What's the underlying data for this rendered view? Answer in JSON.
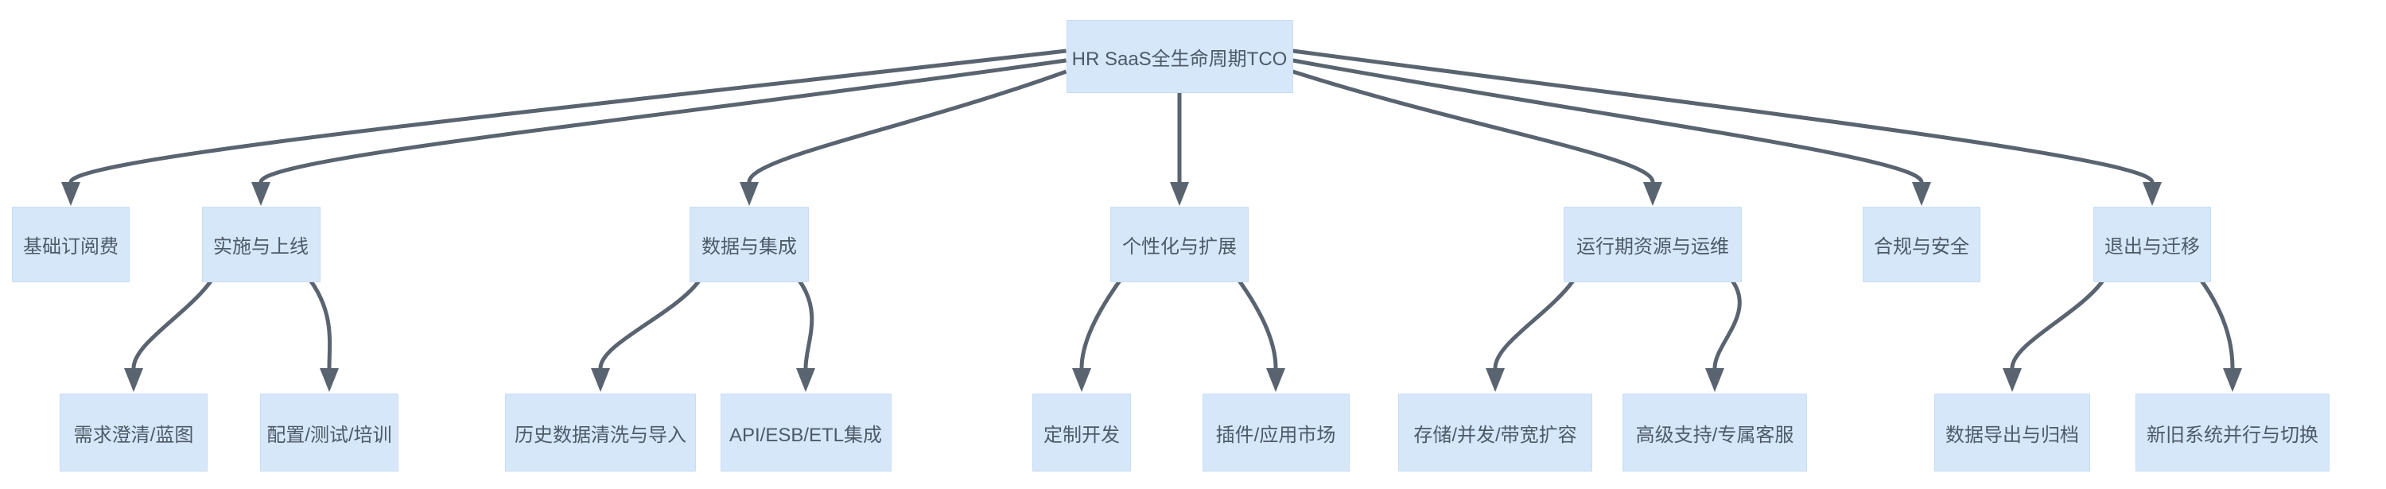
{
  "diagram": {
    "root": {
      "id": "root",
      "label": "HR SaaS全生命周期TCO"
    },
    "branches": [
      {
        "id": "subscription",
        "label": "基础订阅费",
        "children": []
      },
      {
        "id": "implementation",
        "label": "实施与上线",
        "children": [
          {
            "id": "requirements",
            "label": "需求澄清/蓝图"
          },
          {
            "id": "configuration",
            "label": "配置/测试/培训"
          }
        ]
      },
      {
        "id": "data-integration",
        "label": "数据与集成",
        "children": [
          {
            "id": "data-cleaning",
            "label": "历史数据清洗与导入"
          },
          {
            "id": "api-integration",
            "label": "API/ESB/ETL集成"
          }
        ]
      },
      {
        "id": "customization",
        "label": "个性化与扩展",
        "children": [
          {
            "id": "custom-dev",
            "label": "定制开发"
          },
          {
            "id": "plugin-market",
            "label": "插件/应用市场"
          }
        ]
      },
      {
        "id": "operations",
        "label": "运行期资源与运维",
        "children": [
          {
            "id": "scaling",
            "label": "存储/并发/带宽扩容"
          },
          {
            "id": "support",
            "label": "高级支持/专属客服"
          }
        ]
      },
      {
        "id": "compliance",
        "label": "合规与安全",
        "children": []
      },
      {
        "id": "exit-migration",
        "label": "退出与迁移",
        "children": [
          {
            "id": "data-export",
            "label": "数据导出与归档"
          },
          {
            "id": "parallel-switch",
            "label": "新旧系统并行与切换"
          }
        ]
      }
    ],
    "colors": {
      "node_fill": "#d6e7fa",
      "node_border": "#c8dcf3",
      "node_text": "#4d5a68",
      "edge": "#5a6470",
      "background": "#ffffff"
    }
  }
}
